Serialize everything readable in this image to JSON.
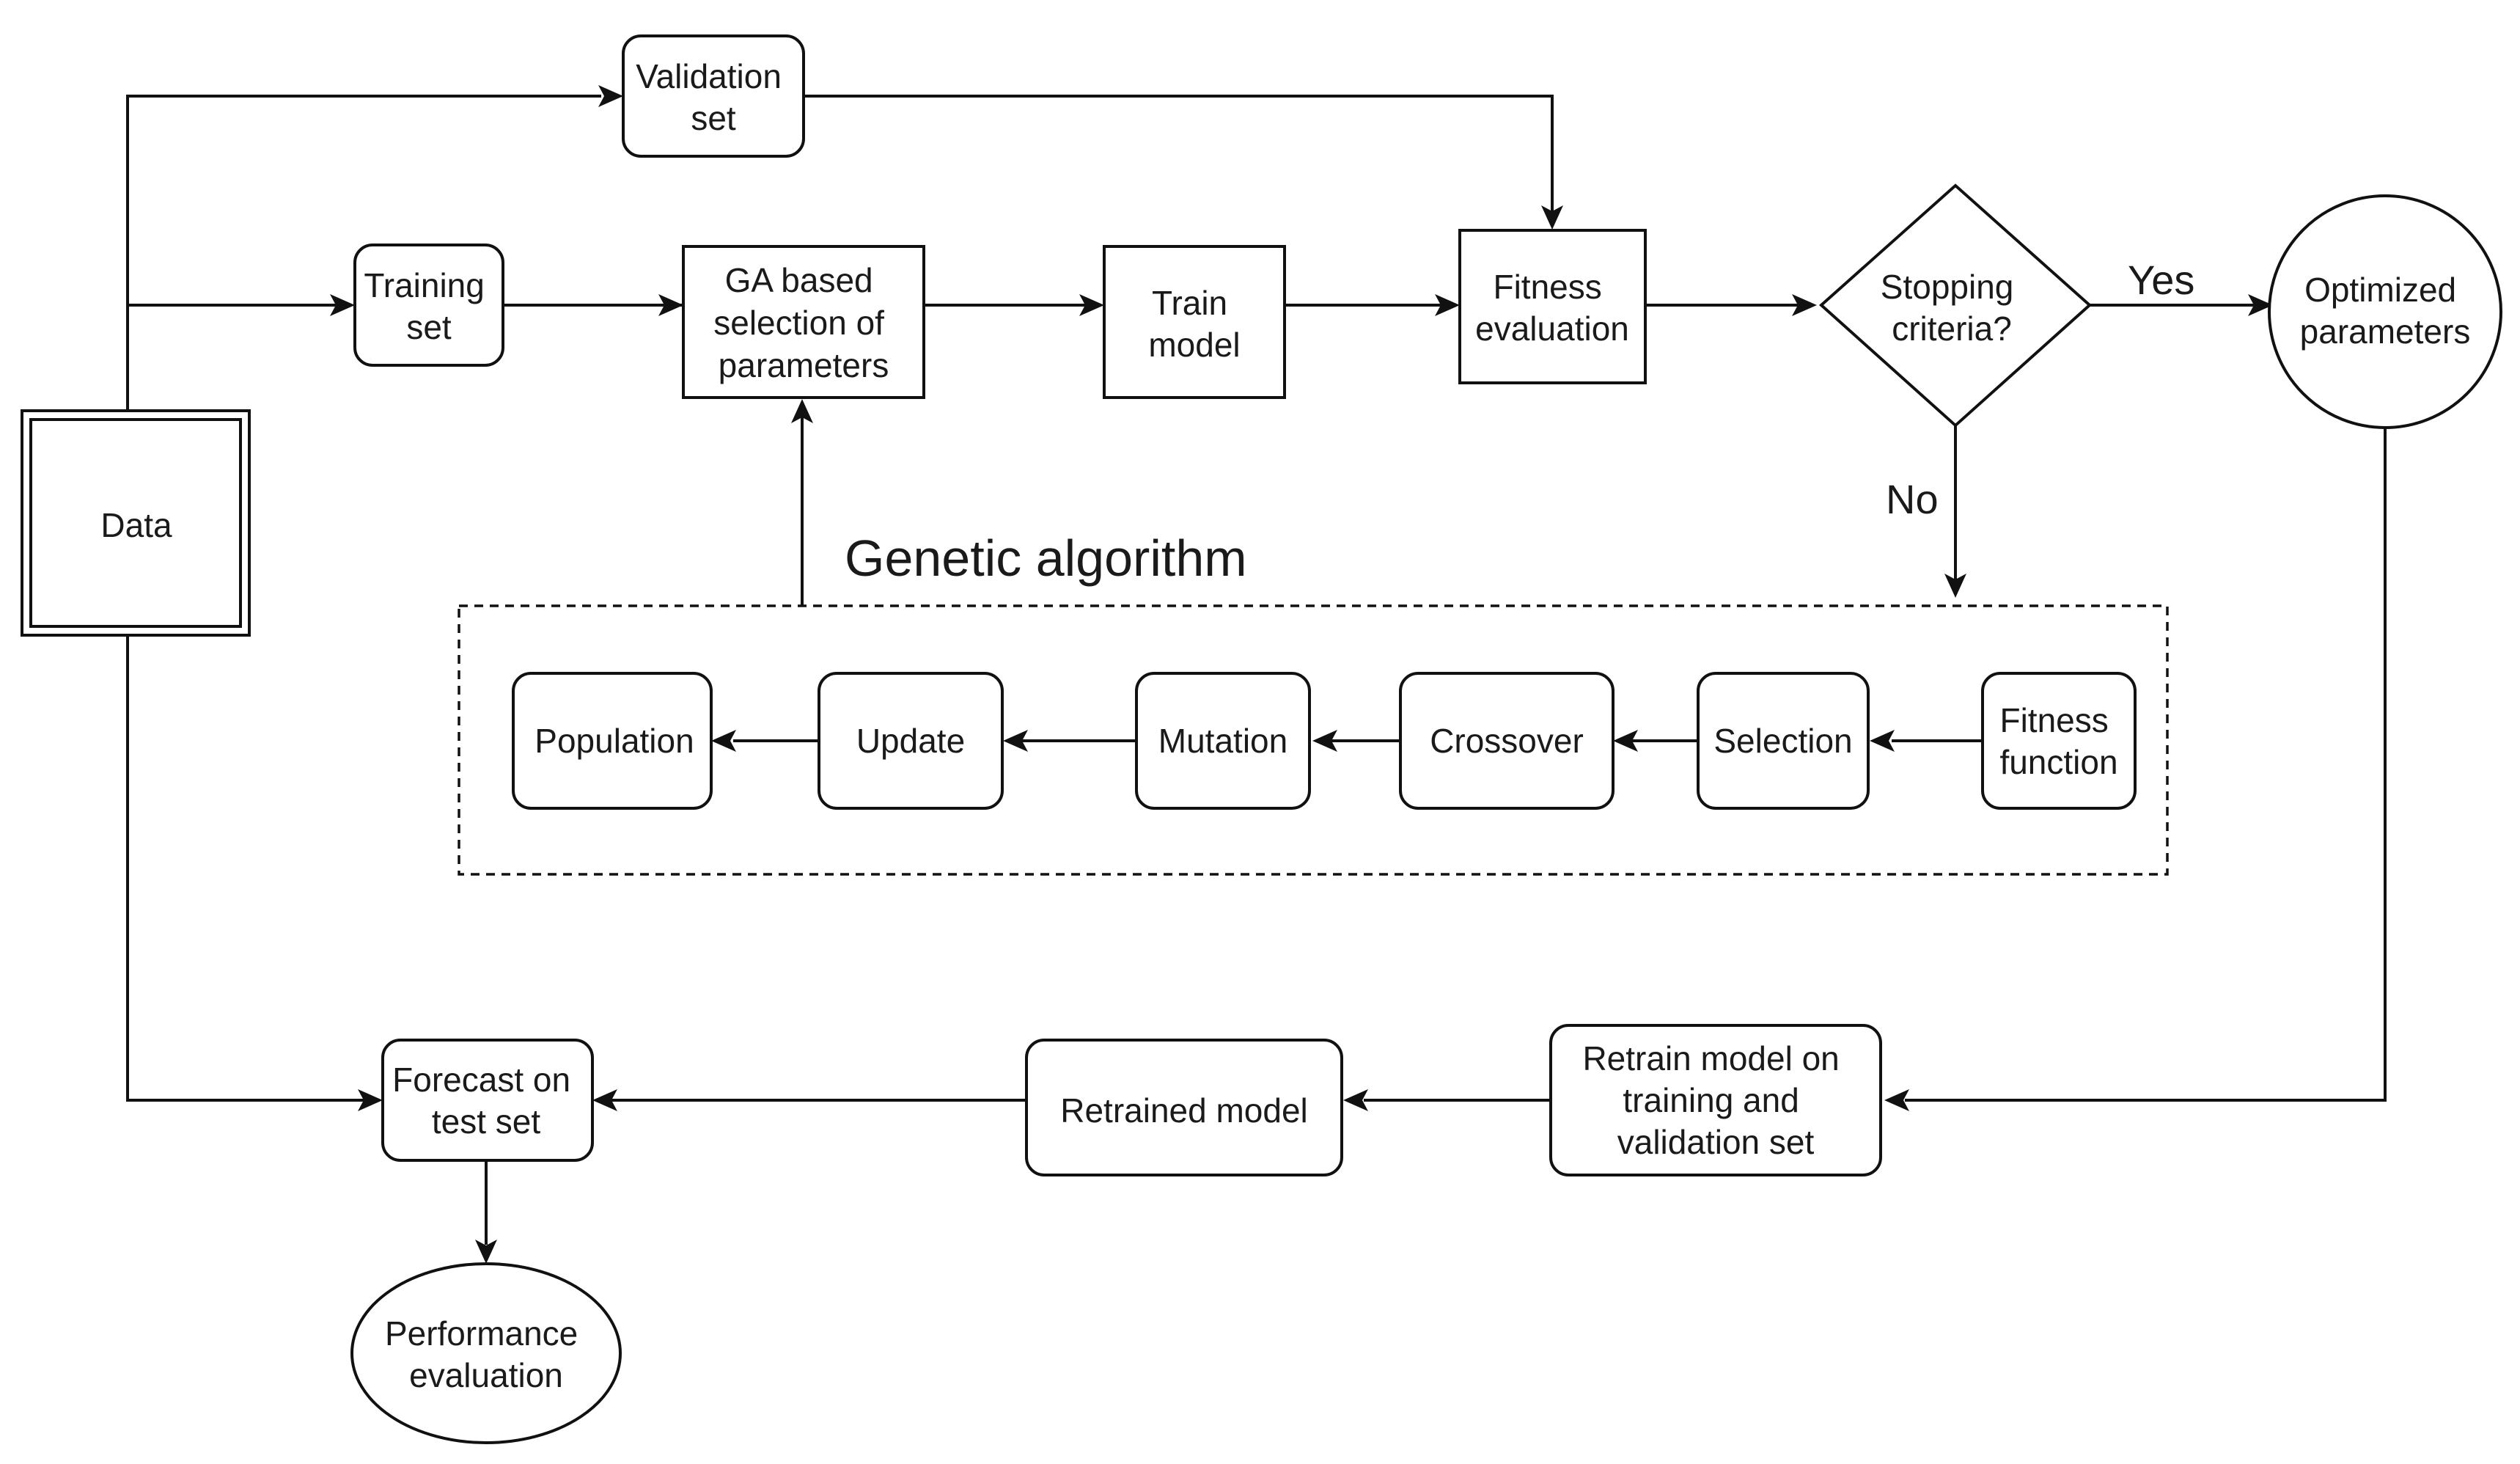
{
  "diagram": {
    "title": "Genetic algorithm",
    "nodes": {
      "data": "Data",
      "validation_set": [
        "Validation",
        "set"
      ],
      "training_set": [
        "Training",
        "set"
      ],
      "ga_selection": [
        "GA based",
        "selection of",
        "parameters"
      ],
      "train_model": [
        "Train",
        "model"
      ],
      "fitness_evaluation": [
        "Fitness",
        "evaluation"
      ],
      "stopping_criteria": [
        "Stopping",
        "criteria?"
      ],
      "optimized_parameters": [
        "Optimized",
        "parameters"
      ],
      "population": "Population",
      "update": "Update",
      "mutation": "Mutation",
      "crossover": "Crossover",
      "selection": "Selection",
      "fitness_function": [
        "Fitness",
        "function"
      ],
      "retrain_model": [
        "Retrain model on",
        "training and",
        "validation set"
      ],
      "retrained_model": "Retrained model",
      "forecast": [
        "Forecast on",
        "test set"
      ],
      "performance_evaluation": [
        "Performance",
        "evaluation"
      ]
    },
    "edge_labels": {
      "yes": "Yes",
      "no": "No"
    }
  }
}
